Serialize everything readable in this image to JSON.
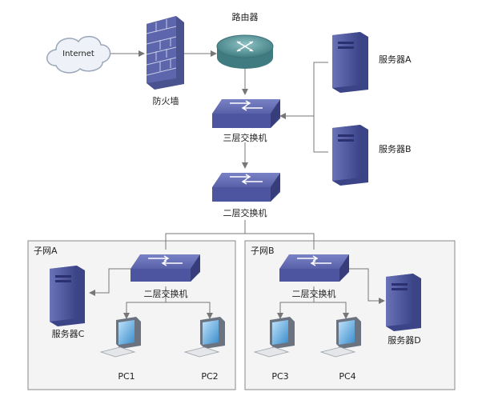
{
  "nodes": {
    "internet": "Internet",
    "firewall": "防火墙",
    "router": "路由器",
    "core_switch": "三层交换机",
    "access_switch": "二层交换机",
    "server_a": "服务器A",
    "server_b": "服务器B",
    "subnet_a": {
      "title": "子网A",
      "switch": "二层交换机",
      "server": "服务器C",
      "pcs": [
        "PC1",
        "PC2"
      ]
    },
    "subnet_b": {
      "title": "子网B",
      "switch": "二层交换机",
      "server": "服务器D",
      "pcs": [
        "PC3",
        "PC4"
      ]
    }
  },
  "colors": {
    "device_blue": "#5b64a8",
    "device_dark": "#3a4284",
    "router": "#4f8a8f",
    "line": "#777777",
    "cloud": "#e9eef5",
    "subnet_bg": "#f2f2f2",
    "subnet_border": "#888888",
    "pc_screen": "#5aa9de"
  }
}
